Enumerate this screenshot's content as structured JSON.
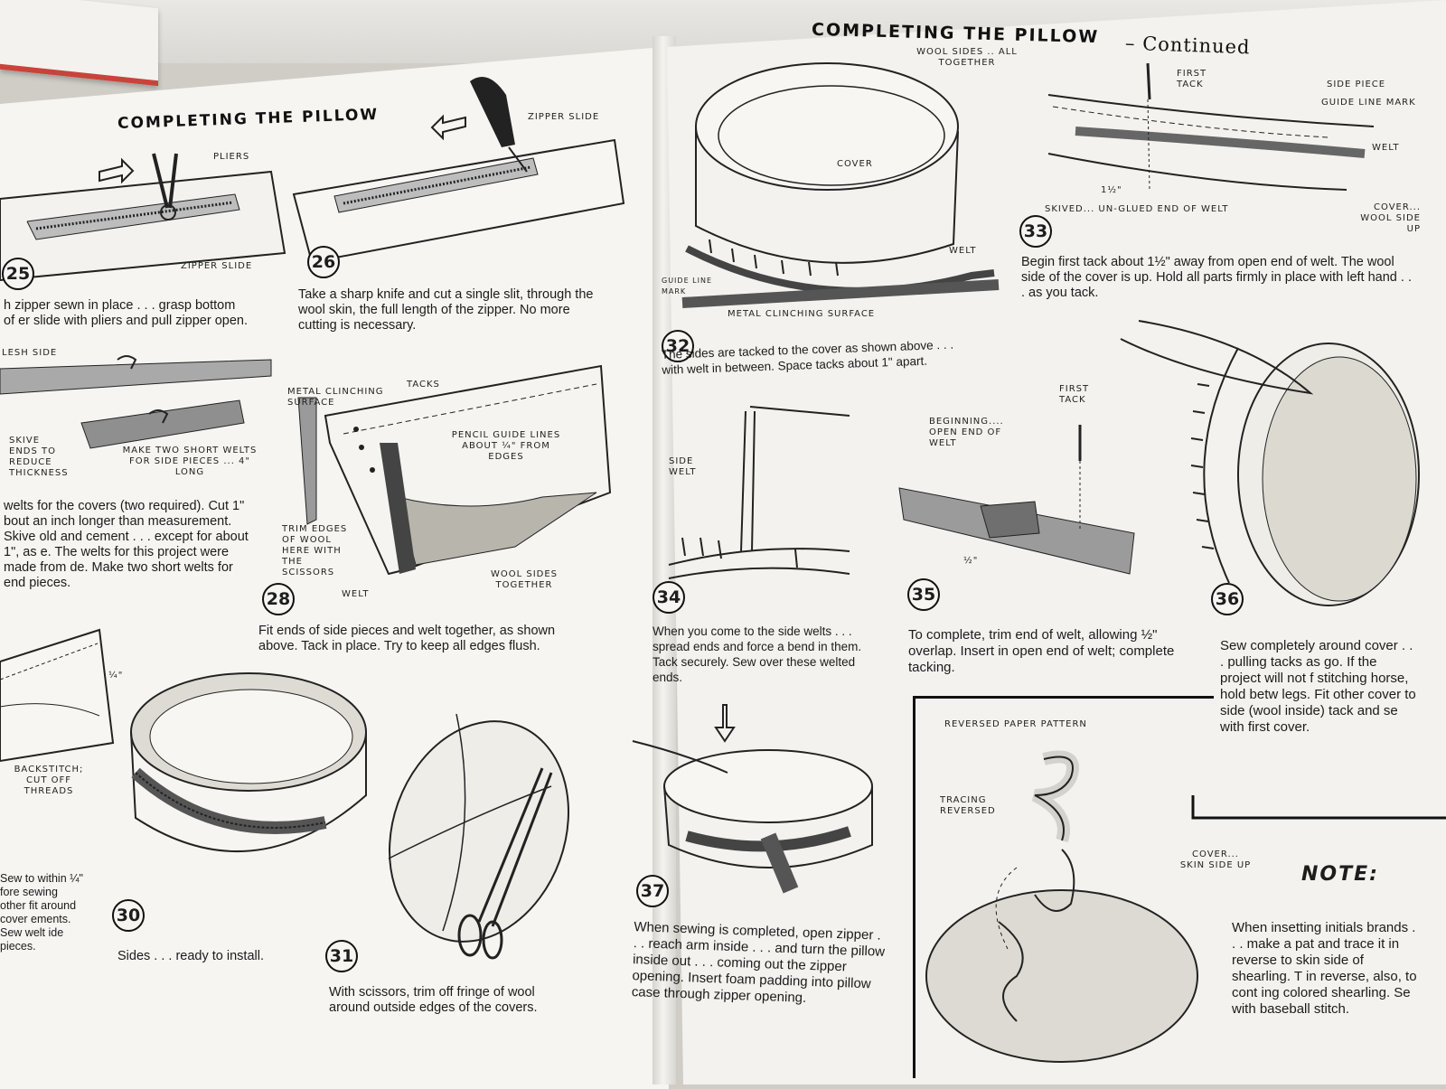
{
  "left_page": {
    "title": "COMPLETING THE PILLOW",
    "step25": {
      "number": "25",
      "caption": "h zipper sewn in place . . . grasp bottom of er slide with pliers and pull zipper open.",
      "label_pliers": "PLIERS",
      "label_slide": "ZIPPER SLIDE"
    },
    "step26": {
      "number": "26",
      "caption": "Take a sharp knife and cut a single slit, through the wool skin, the full length of the zipper. No more cutting is necessary.",
      "label_slide": "ZIPPER SLIDE"
    },
    "step27": {
      "label_flesh": "LESH SIDE",
      "label_skive": "SKIVE ENDS TO REDUCE THICKNESS",
      "label_make": "MAKE TWO SHORT WELTS FOR SIDE PIECES ... 4\" LONG",
      "caption": "welts for the covers (two required). Cut 1\" bout an inch longer than measurement. Skive old and cement . . . except for about 1\", as e. The welts for this project were made from de. Make two short welts for end pieces."
    },
    "step28": {
      "number": "28",
      "caption": "Fit ends of side pieces and welt together, as shown above. Tack in place. Try to keep all edges flush.",
      "label_metal": "METAL CLINCHING SURFACE",
      "label_tacks": "TACKS",
      "label_pencil": "PENCIL GUIDE LINES ABOUT ¼\" FROM EDGES",
      "label_trim": "TRIM EDGES OF WOOL HERE WITH THE SCISSORS",
      "label_welt": "WELT",
      "label_wool": "WOOL SIDES TOGETHER"
    },
    "step29": {
      "label_backstitch": "BACKSTITCH; CUT OFF THREADS",
      "label_quarter": "¼\"",
      "caption": "Sew to within ¼\" fore sewing other fit around cover ements. Sew welt ide pieces."
    },
    "step30": {
      "number": "30",
      "caption": "Sides . . . ready to install."
    },
    "step31": {
      "number": "31",
      "caption": "With scissors, trim off fringe of wool around outside edges of the covers."
    }
  },
  "right_page": {
    "title_main": "COMPLETING THE PILLOW",
    "title_cont": "– Continued",
    "step32": {
      "number": "32",
      "caption": "The sides are tacked to the cover as shown above . . . with welt in between. Space tacks about 1\" apart.",
      "label_wool": "WOOL SIDES .. ALL TOGETHER",
      "label_cover": "COVER",
      "label_welt": "WELT",
      "label_guide": "GUIDE LINE MARK",
      "label_metal": "METAL CLINCHING SURFACE"
    },
    "step33": {
      "number": "33",
      "caption": "Begin first tack about 1½\" away from open end of welt. The wool side of the cover is up. Hold all parts firmly in place with left hand . . . as you tack.",
      "label_first": "FIRST TACK",
      "label_side": "SIDE PIECE",
      "label_guide": "GUIDE LINE MARK",
      "label_welt": "WELT",
      "label_skived": "SKIVED... UN-GLUED END OF WELT",
      "label_measure": "1½\"",
      "label_cover": "COVER... WOOL SIDE UP"
    },
    "step34": {
      "number": "34",
      "caption": "When you come to the side welts . . . spread ends and force a bend in them. Tack securely. Sew over these welted ends.",
      "label_side_welt": "SIDE WELT"
    },
    "step35": {
      "number": "35",
      "caption": "To complete, trim end of welt, allowing ½\" overlap. Insert in open end of welt; complete tacking.",
      "label_first": "FIRST TACK",
      "label_beginning": "BEGINNING.... OPEN END OF WELT",
      "label_half": "½\""
    },
    "step36": {
      "number": "36",
      "caption": "Sew completely around cover . . . pulling tacks as go. If the project will not f stitching horse, hold betw legs. Fit other cover to side (wool inside) tack and se with first cover."
    },
    "step37": {
      "number": "37",
      "caption": "When sewing is completed, open zipper . . . reach arm inside . . . and turn the pillow inside out . . . coming out the zipper opening. Insert foam padding into pillow case through zipper opening."
    },
    "note": {
      "head": "NOTE:",
      "label_reversed": "REVERSED PAPER PATTERN",
      "label_tracing": "TRACING REVERSED",
      "label_cover": "COVER... SKIN SIDE UP",
      "text": "When insetting initials brands . . . make a pat and trace it in reverse to skin side of shearling. T in reverse, also, to cont ing colored shearling. Se with baseball stitch."
    }
  }
}
